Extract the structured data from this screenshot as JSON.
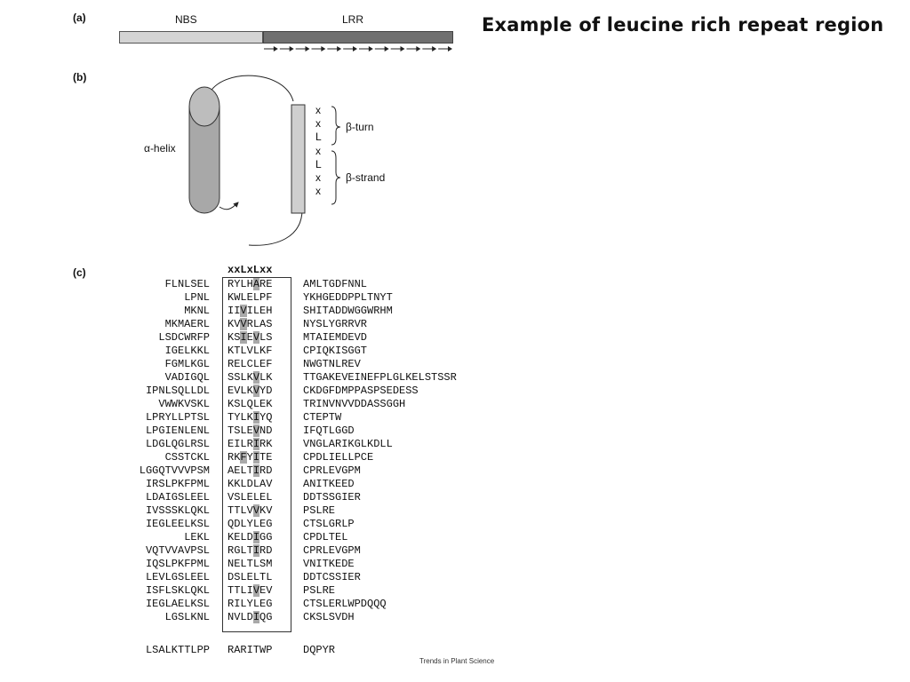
{
  "slide_title": "Example of leucine rich repeat region",
  "panel_a": {
    "label": "(a)",
    "domains": [
      {
        "name": "NBS"
      },
      {
        "name": "LRR"
      }
    ],
    "arrow_count": 12
  },
  "panel_b": {
    "label": "(b)",
    "helix_label": "α-helix",
    "strand_residues": [
      "x",
      "x",
      "L",
      "x",
      "L",
      "x",
      "x"
    ],
    "turn_label": "β-turn",
    "strand_label": "β-strand"
  },
  "panel_c": {
    "label": "(c)",
    "motif_header": "xxLxLxx",
    "rows": [
      {
        "left": "FLNLSEL",
        "mid": "RYLHARE",
        "right": "AMLTGDFNNL"
      },
      {
        "left": "LPNL",
        "mid": "KWLELPF",
        "right": "YKHGEDDPPLTNYT"
      },
      {
        "left": "MKNL",
        "mid": "IIVILEH",
        "right": "SHITADDWGGWRHM"
      },
      {
        "left": "MKMAERL",
        "mid": "KVVRLAS",
        "right": "NYSLYGRRVR"
      },
      {
        "left": "LSDCWRFP",
        "mid": "KSIEVLS",
        "right": "MTAIEMDEVD"
      },
      {
        "left": "IGELKKL",
        "mid": "KTLVLKF",
        "right": "CPIQKISGGT"
      },
      {
        "left": "FGMLKGL",
        "mid": "RELCLEF",
        "right": "NWGTNLREV"
      },
      {
        "left": "VADIGQL",
        "mid": "SSLKVLK",
        "right": "TTGAKEVEINEFPLGLKELSTSSR"
      },
      {
        "left": "IPNLSQLLDL",
        "mid": "EVLKVYD",
        "right": "CKDGFDMPPASPSEDESS"
      },
      {
        "left": "VWWKVSKL",
        "mid": "KSLQLEK",
        "right": "TRINVNVVDDASSGGH"
      },
      {
        "left": "LPRYLLPTSL",
        "mid": "TYLKIYQ",
        "right": "CTEPTW"
      },
      {
        "left": "LPGIENLENL",
        "mid": "TSLEVND",
        "right": "IFQTLGGD"
      },
      {
        "left": "LDGLQGLRSL",
        "mid": "EILRIRK",
        "right": "VNGLARIKGLKDLL"
      },
      {
        "left": "CSSTCKL",
        "mid": "RKFYITE",
        "right": "CPDLIELLPCE"
      },
      {
        "left": "LGGQTVVVPSM",
        "mid": "AELTIRD",
        "right": "CPRLEVGPM"
      },
      {
        "left": "IRSLPKFPML",
        "mid": "KKLDLAV",
        "right": "ANITKEED"
      },
      {
        "left": "LDAIGSLEEL",
        "mid": "VSLELEL",
        "right": "DDTSSGIER"
      },
      {
        "left": "IVSSSKLQKL",
        "mid": "TTLVVKV",
        "right": "PSLRE"
      },
      {
        "left": "IEGLEELKSL",
        "mid": "QDLYLEG",
        "right": "CTSLGRLP"
      },
      {
        "left": "LEKL",
        "mid": "KELDIGG",
        "right": "CPDLTEL"
      },
      {
        "left": "VQTVVAVPSL",
        "mid": "RGLTIRD",
        "right": "CPRLEVGPM"
      },
      {
        "left": "IQSLPKFPML",
        "mid": "NELTLSM",
        "right": "VNITKEDE"
      },
      {
        "left": "LEVLGSLEEL",
        "mid": "DSLELTL",
        "right": "DDTCSSIER"
      },
      {
        "left": "ISFLSKLQKL",
        "mid": "TTLIVEV",
        "right": "PSLRE"
      },
      {
        "left": "IEGLAELKSL",
        "mid": "RILYLEG",
        "right": "CTSLERLWPDQQQ"
      },
      {
        "left": "LGSLKNL",
        "mid": "NVLDIQG",
        "right": "CKSLSVDH"
      }
    ],
    "final_row": {
      "left": "LSALKTTLPP",
      "mid": "RARITWP",
      "right": "DQPYR"
    }
  },
  "credit": "Trends in Plant Science"
}
